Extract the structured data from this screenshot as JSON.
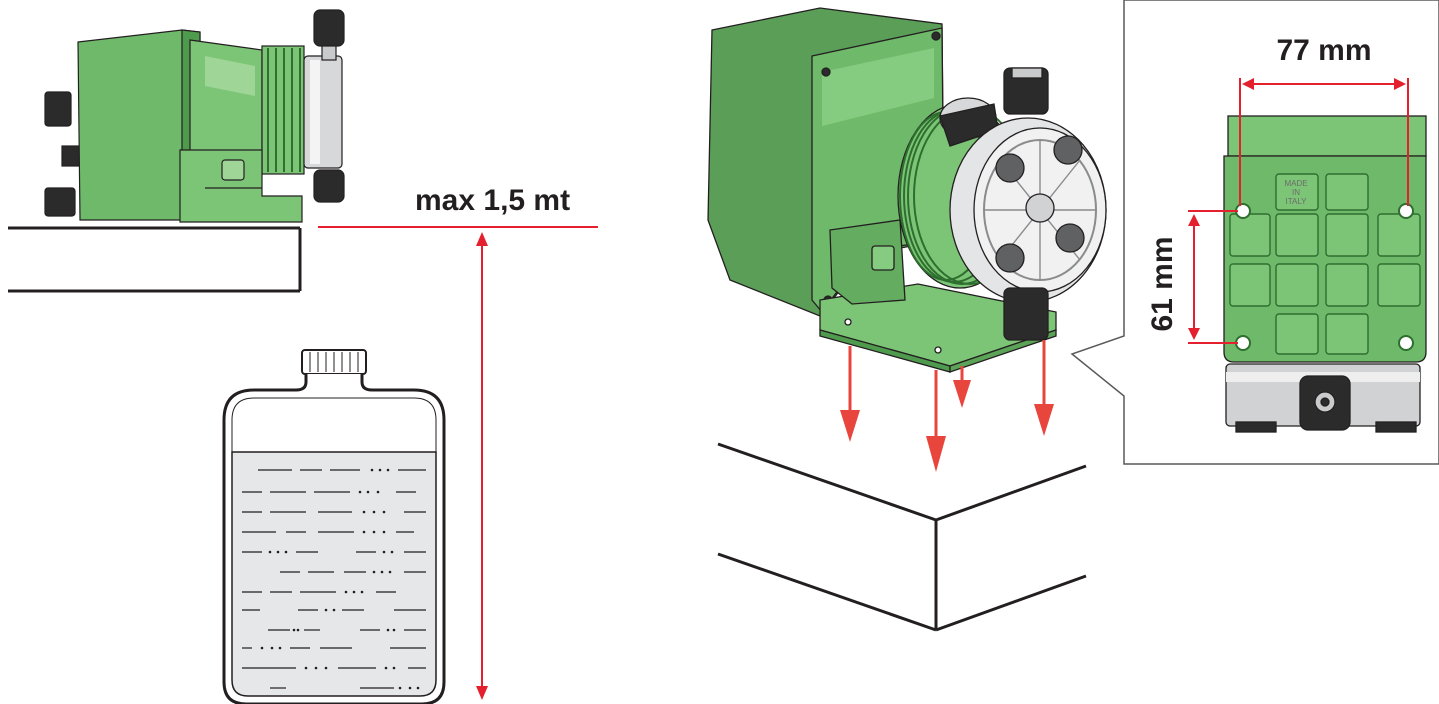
{
  "labels": {
    "max_height": "max 1,5 mt",
    "width_dim": "77 mm",
    "height_dim": "61 mm",
    "made_line1": "MADE",
    "made_line2": "IN",
    "made_line3": "ITALY"
  },
  "colors": {
    "pump_green": "#7cc576",
    "pump_green_dark": "#4f9b4e",
    "pump_green_light": "#9fd596",
    "dimension_red": "#e5202e",
    "arrow_red": "#e8463c",
    "outline": "#231f20",
    "liquid": "#e5e7e8",
    "knob": "#2b2b2b",
    "metal": "#c9cacb"
  },
  "icons": {
    "pump_side": "dosing-pump-side-view-icon",
    "pump_iso": "dosing-pump-isometric-icon",
    "tank": "chemical-tank-icon",
    "base_plate": "pump-base-plate-icon"
  }
}
